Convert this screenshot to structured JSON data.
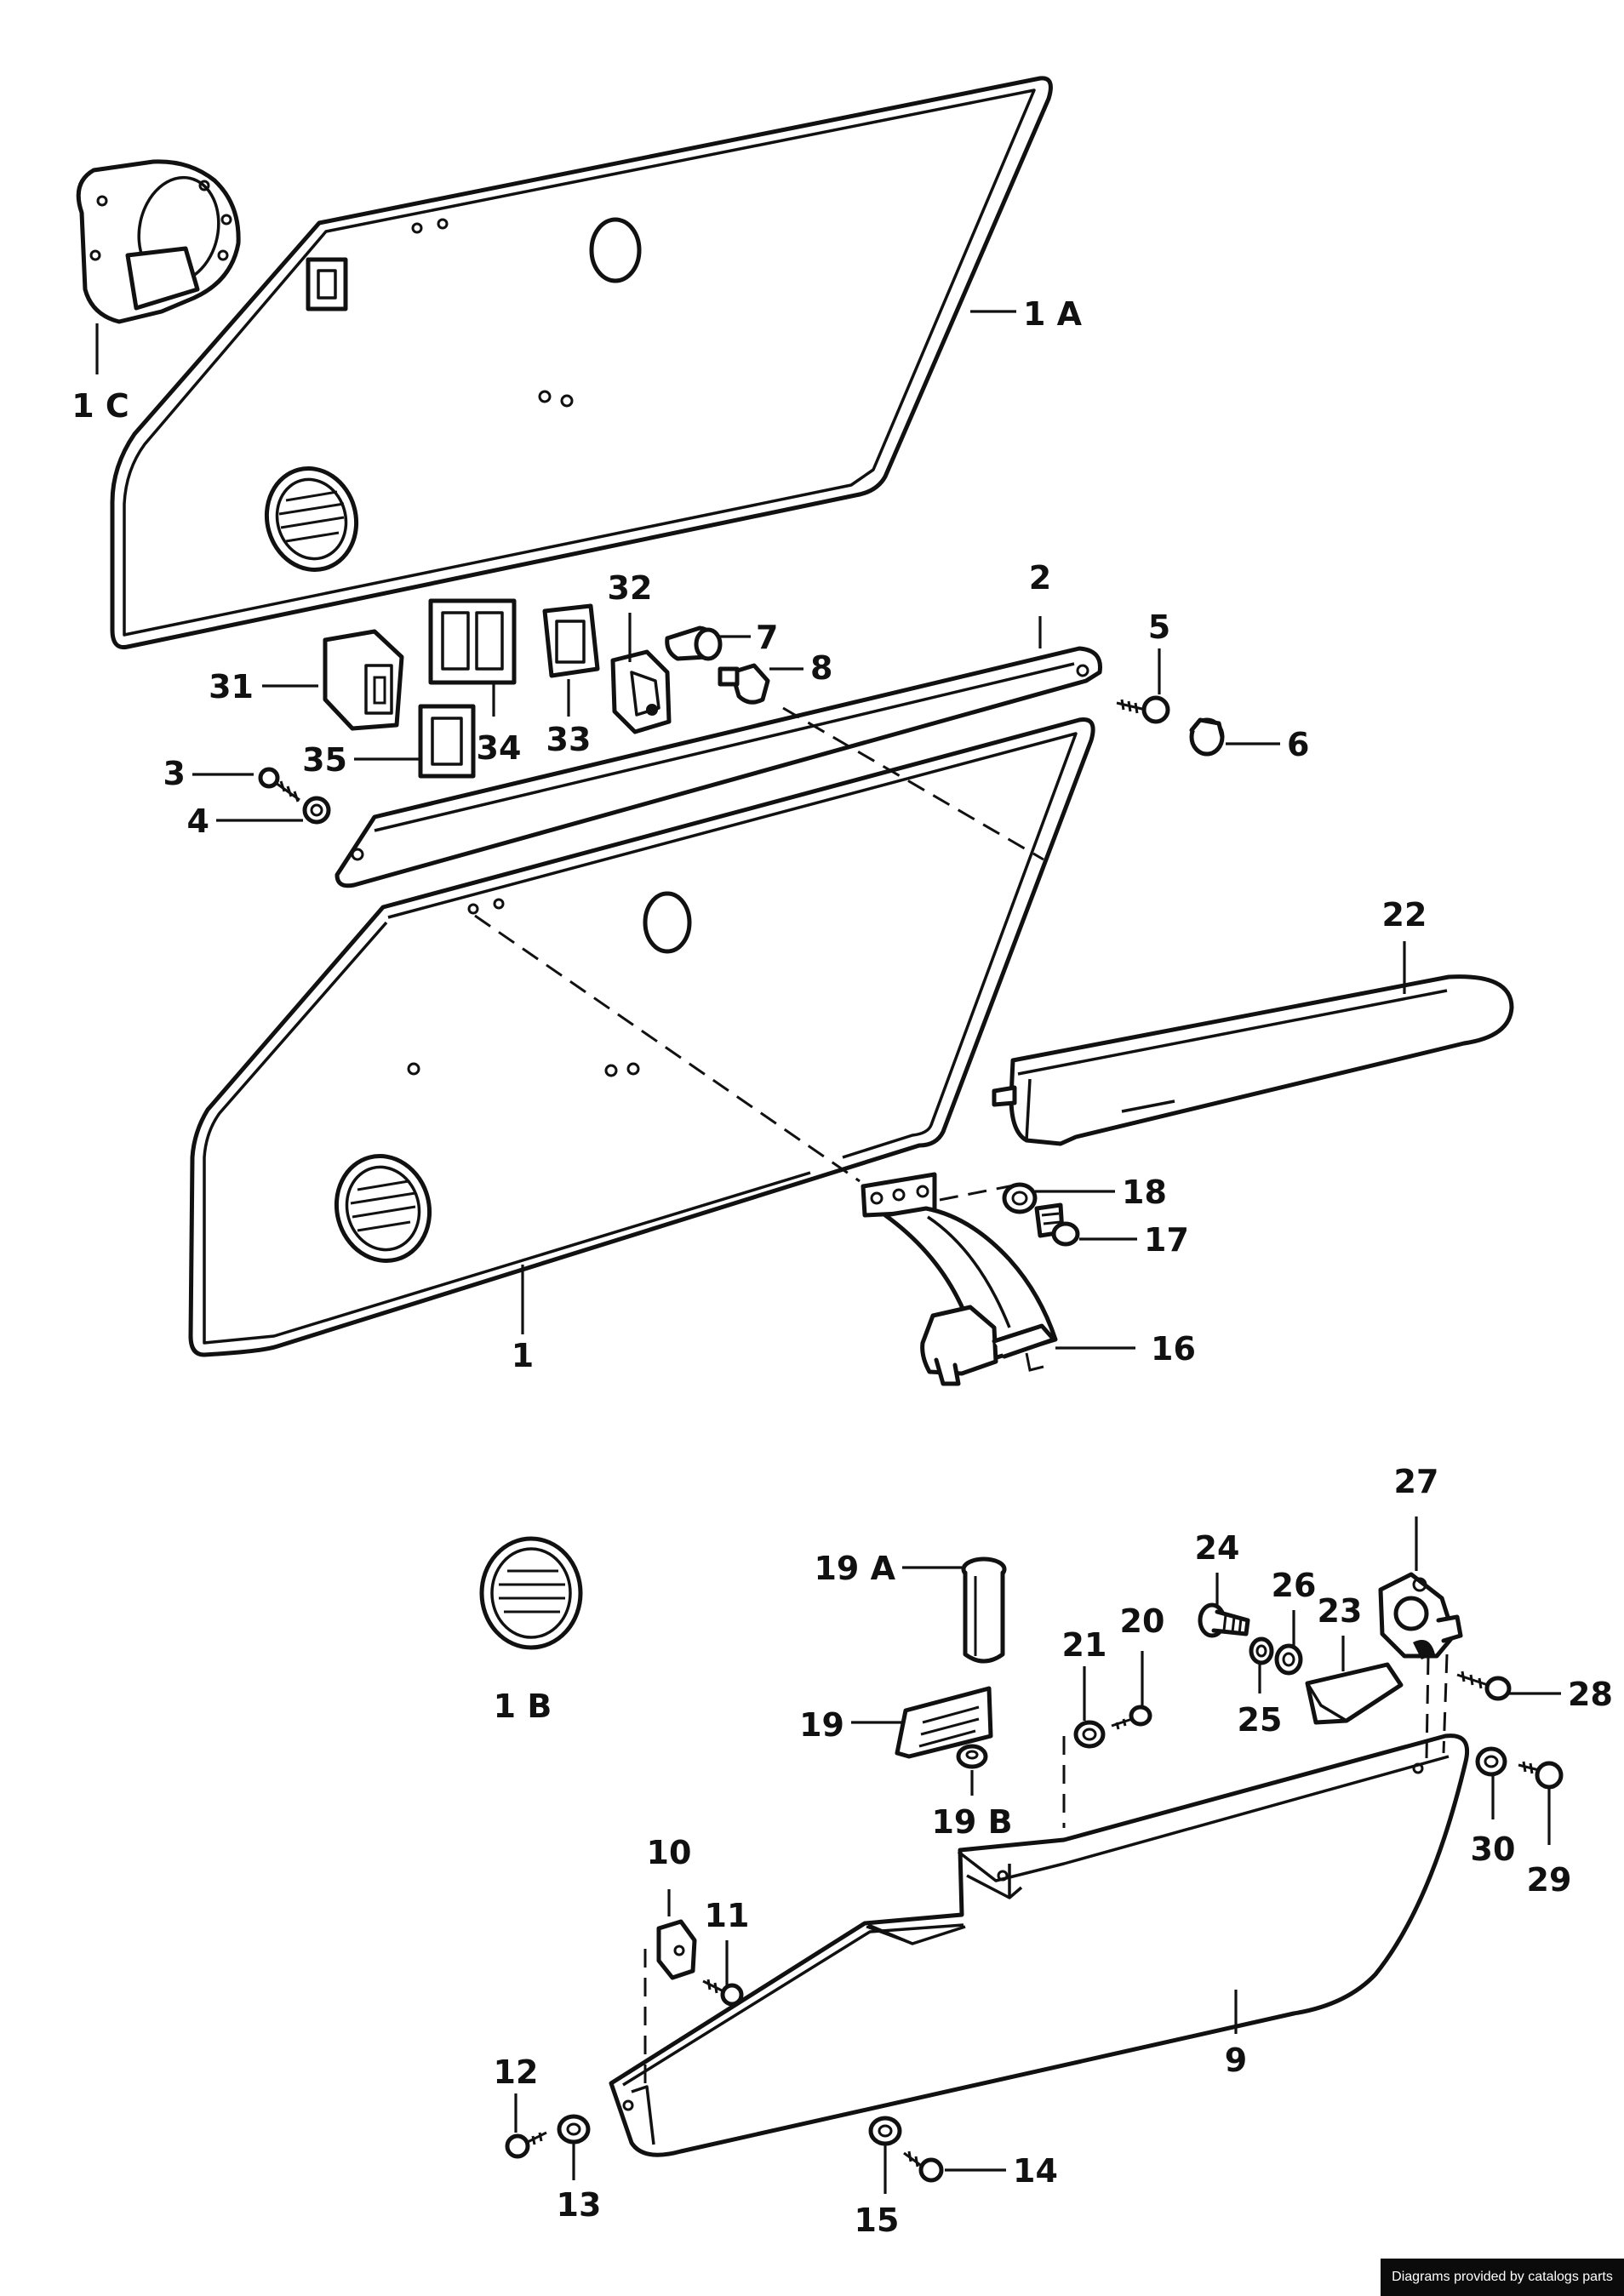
{
  "labels": {
    "l1C": "1 C",
    "l1A": "1 A",
    "l1": "1",
    "l1B": "1 B",
    "l2": "2",
    "l3": "3",
    "l4": "4",
    "l5": "5",
    "l6": "6",
    "l7": "7",
    "l8": "8",
    "l9": "9",
    "l10": "10",
    "l11": "11",
    "l12": "12",
    "l13": "13",
    "l14": "14",
    "l15": "15",
    "l16": "16",
    "l17": "17",
    "l18": "18",
    "l19": "19",
    "l19A": "19 A",
    "l19B": "19 B",
    "l20": "20",
    "l21": "21",
    "l22": "22",
    "l23": "23",
    "l24": "24",
    "l25": "25",
    "l26": "26",
    "l27": "27",
    "l28": "28",
    "l29": "29",
    "l30": "30",
    "l31": "31",
    "l32": "32",
    "l33": "33",
    "l34": "34",
    "l35": "35"
  },
  "credit": "Diagrams provided by catalogs parts"
}
